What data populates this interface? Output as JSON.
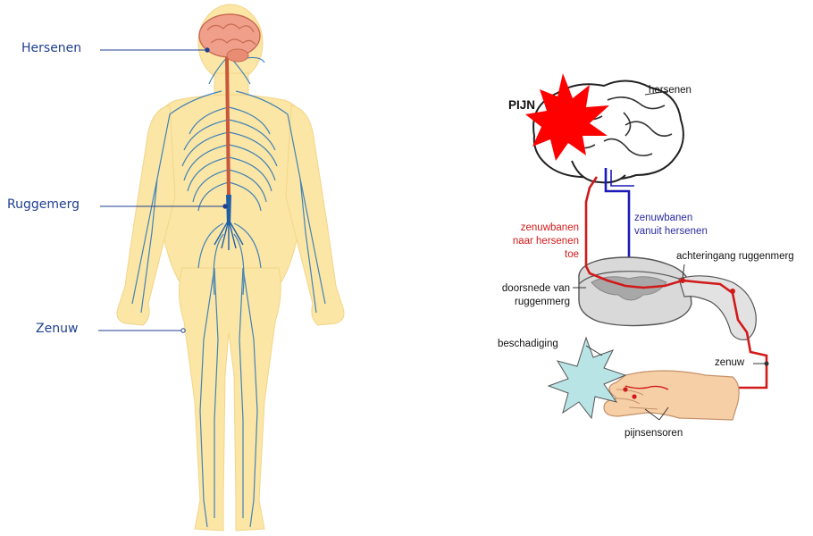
{
  "left_figure": {
    "labels": {
      "brain": "Hersenen",
      "spinal_cord": "Ruggemerg",
      "nerve": "Zenuw"
    },
    "colors": {
      "label_text": "#1f3f8f",
      "body": "#fbe6a6",
      "nerves": "#2f78b8",
      "brain": "#f0a08a",
      "spinal_cord": "#c9573a"
    }
  },
  "right_figure": {
    "labels": {
      "pain": "PIJN",
      "brain": "hersenen",
      "afferent_line1": "zenuwbanen",
      "afferent_line2": "naar hersenen",
      "afferent_line3": "toe",
      "efferent_line1": "zenuwbanen",
      "efferent_line2": "vanuit hersenen",
      "dorsal_root": "achteringang ruggenmerg",
      "cross_section_line1": "doorsnede van",
      "cross_section_line2": "ruggenmerg",
      "damage": "beschadiging",
      "nerve": "zenuw",
      "pain_sensors": "pijnsensoren"
    },
    "colors": {
      "afferent": "#d11a1a",
      "efferent": "#1a1ab8",
      "pain_burst": "#ff0000",
      "damage_burst": "#b8e4e6",
      "hand": "#f6cfa6"
    }
  }
}
